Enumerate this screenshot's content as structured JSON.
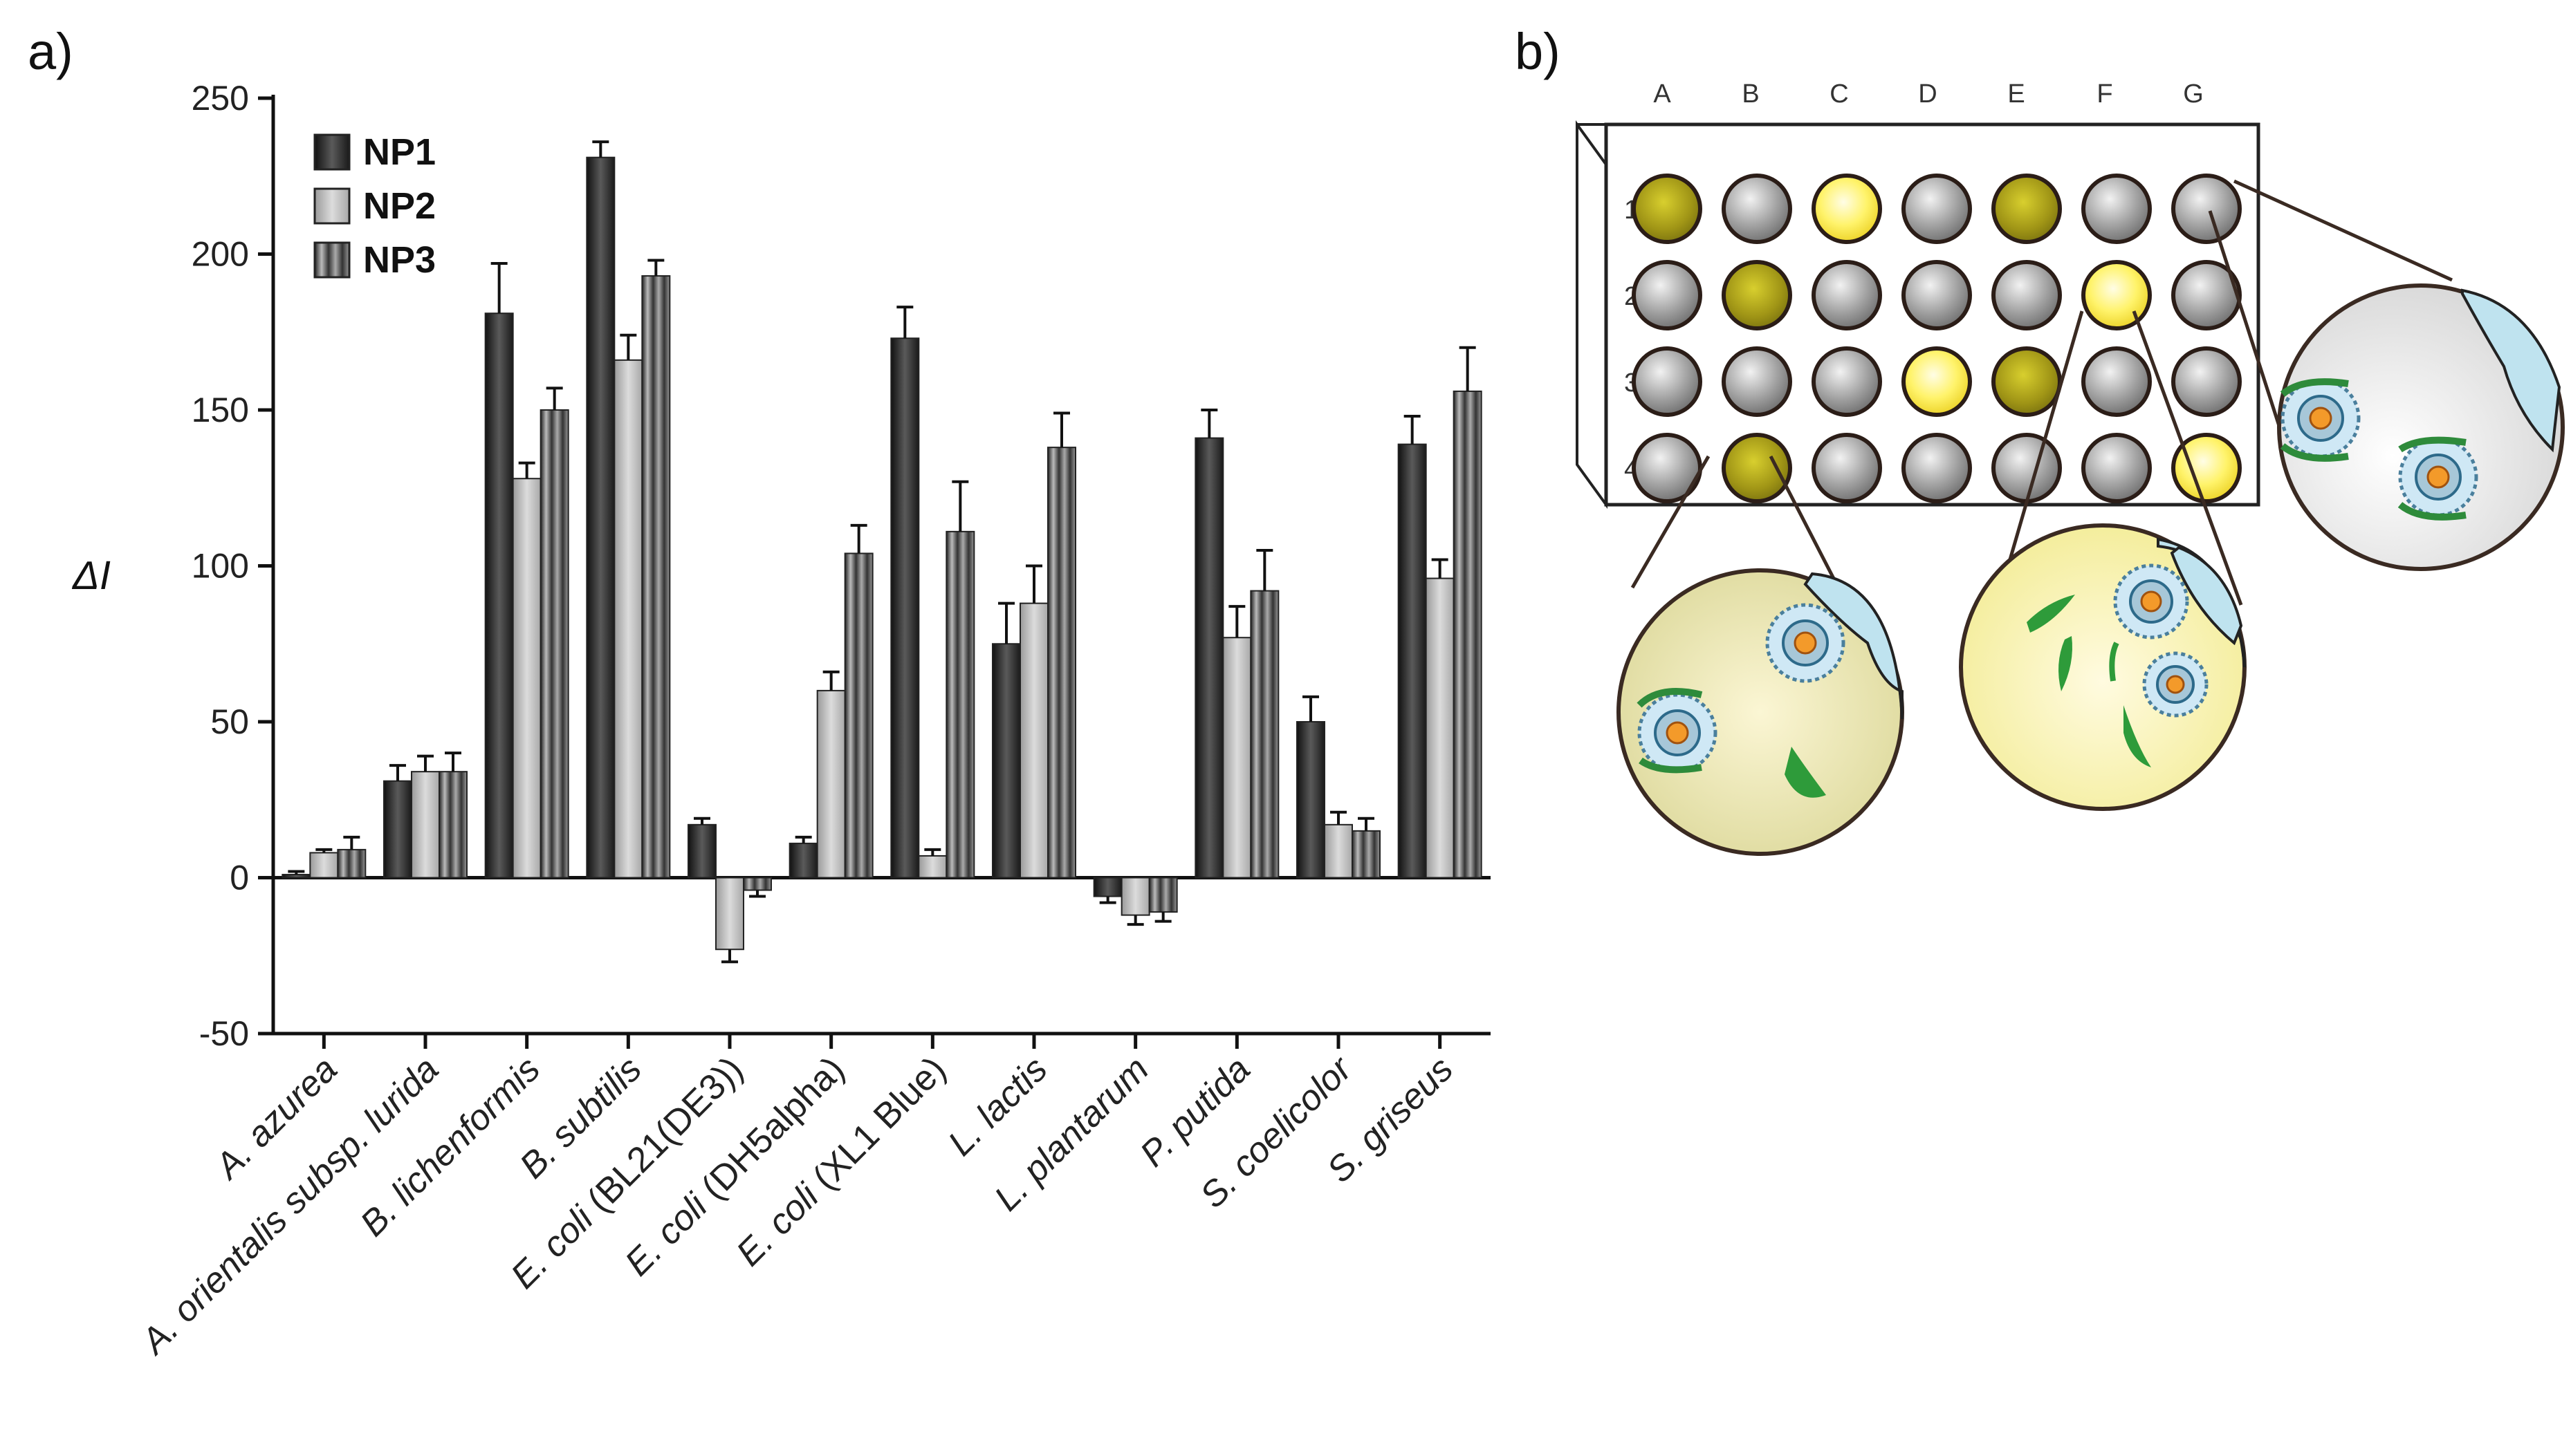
{
  "panel_a_label": "a)",
  "panel_b_label": "b)",
  "chart_data": {
    "type": "bar",
    "ylabel": "ΔI",
    "ylim": [
      -50,
      250
    ],
    "yticks": [
      -50,
      0,
      50,
      100,
      150,
      200,
      250
    ],
    "categories": [
      {
        "prefix": "A. azurea",
        "suffix": ""
      },
      {
        "prefix": "A. orientalis subsp. lurida",
        "suffix": ""
      },
      {
        "prefix": "B. lichenformis",
        "suffix": ""
      },
      {
        "prefix": "B. subtilis",
        "suffix": ""
      },
      {
        "prefix": "E. coli",
        "suffix": " (BL21(DE3))"
      },
      {
        "prefix": "E. coli",
        "suffix": " (DH5alpha)"
      },
      {
        "prefix": "E. coli",
        "suffix": " (XL1 Blue)"
      },
      {
        "prefix": "L. lactis",
        "suffix": ""
      },
      {
        "prefix": "L. plantarum",
        "suffix": ""
      },
      {
        "prefix": "P. putida",
        "suffix": ""
      },
      {
        "prefix": "S. coelicolor",
        "suffix": ""
      },
      {
        "prefix": "S. griseus",
        "suffix": ""
      }
    ],
    "series": [
      {
        "name": "NP1",
        "color": "#3a3a3a",
        "values": [
          1,
          31,
          181,
          231,
          17,
          11,
          173,
          75,
          -6,
          141,
          50,
          139
        ],
        "errors": [
          1,
          5,
          16,
          5,
          2,
          2,
          10,
          13,
          2,
          9,
          8,
          9
        ]
      },
      {
        "name": "NP2",
        "color": "#c8c8c8",
        "values": [
          8,
          34,
          128,
          166,
          -23,
          60,
          7,
          88,
          -12,
          77,
          17,
          96
        ],
        "errors": [
          1,
          5,
          5,
          8,
          4,
          6,
          2,
          12,
          3,
          10,
          4,
          6
        ]
      },
      {
        "name": "NP3",
        "color": "#707070",
        "values": [
          9,
          34,
          150,
          193,
          -4,
          104,
          111,
          138,
          -11,
          92,
          15,
          156
        ],
        "errors": [
          4,
          6,
          7,
          5,
          2,
          9,
          16,
          11,
          3,
          13,
          4,
          14
        ]
      }
    ],
    "legend_position": "top-left"
  },
  "plate": {
    "columns": [
      "A",
      "B",
      "C",
      "D",
      "E",
      "F",
      "G"
    ],
    "rows": [
      "1",
      "2",
      "3",
      "4"
    ],
    "colors": {
      "gray": "#8f8f8f",
      "olive": "#8c8417",
      "bright": "#f3e427"
    },
    "wells": [
      [
        "olive",
        "gray",
        "bright",
        "gray",
        "olive",
        "gray",
        "gray"
      ],
      [
        "gray",
        "olive",
        "gray",
        "gray",
        "gray",
        "bright",
        "gray"
      ],
      [
        "gray",
        "gray",
        "gray",
        "bright",
        "olive",
        "gray",
        "gray"
      ],
      [
        "gray",
        "olive",
        "gray",
        "gray",
        "gray",
        "gray",
        "bright"
      ]
    ]
  }
}
